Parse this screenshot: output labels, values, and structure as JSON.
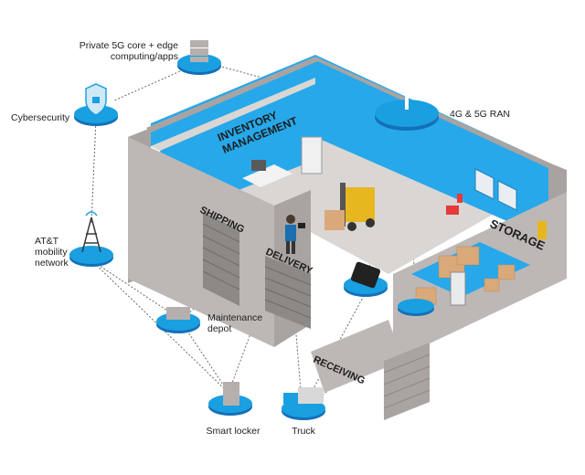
{
  "nodes": {
    "private5g": "Private 5G core + edge\ncomputing/apps",
    "cybersecurity": "Cybersecurity",
    "ran": "4G & 5G RAN",
    "mobility": "AT&T\nmobility\nnetwork",
    "maintenance": "Maintenance\ndepot",
    "smartlocker": "Smart locker",
    "truck": "Truck"
  },
  "building": {
    "inventory": "INVENTORY\nMANAGEMENT",
    "shipping": "SHIPPING",
    "delivery": "DELIVERY",
    "storage": "STORAGE",
    "receiving": "RECEIVING"
  },
  "colors": {
    "accent_blue": "#1a9fe0",
    "node_blue": "#1470b8",
    "wall_interior": "#27a8ea",
    "wall_gray": "#bdb8b6",
    "floor": "#d9d6d4",
    "line_dash": "#6b6b6b"
  }
}
